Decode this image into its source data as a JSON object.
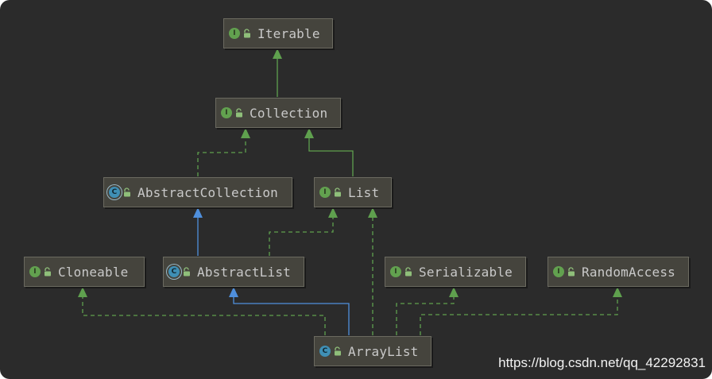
{
  "colors": {
    "background": "#2b2b2b",
    "node_fill": "#45443d",
    "node_border": "#6b6a60",
    "node_text": "#c9c9c9",
    "interface_badge": "#62a14f",
    "class_badge": "#3f8fb5",
    "implements_edge": "#5fa04e",
    "extends_interface_edge": "#5fa04e",
    "extends_class_edge": "#4f8fdc"
  },
  "nodes": [
    {
      "id": "iterable",
      "label": "Iterable",
      "kind": "interface",
      "badge": "I"
    },
    {
      "id": "collection",
      "label": "Collection",
      "kind": "interface",
      "badge": "I"
    },
    {
      "id": "abstractcollection",
      "label": "AbstractCollection",
      "kind": "abstract-class",
      "badge": "C"
    },
    {
      "id": "list",
      "label": "List",
      "kind": "interface",
      "badge": "I"
    },
    {
      "id": "cloneable",
      "label": "Cloneable",
      "kind": "interface",
      "badge": "I"
    },
    {
      "id": "abstractlist",
      "label": "AbstractList",
      "kind": "abstract-class",
      "badge": "C"
    },
    {
      "id": "serializable",
      "label": "Serializable",
      "kind": "interface",
      "badge": "I"
    },
    {
      "id": "randomaccess",
      "label": "RandomAccess",
      "kind": "interface",
      "badge": "I"
    },
    {
      "id": "arraylist",
      "label": "ArrayList",
      "kind": "class",
      "badge": "C"
    }
  ],
  "edges": [
    {
      "from": "collection",
      "to": "iterable",
      "style": "interface-extends"
    },
    {
      "from": "abstractcollection",
      "to": "collection",
      "style": "implements"
    },
    {
      "from": "list",
      "to": "collection",
      "style": "interface-extends"
    },
    {
      "from": "abstractlist",
      "to": "abstractcollection",
      "style": "class-extends"
    },
    {
      "from": "abstractlist",
      "to": "list",
      "style": "implements"
    },
    {
      "from": "arraylist",
      "to": "abstractlist",
      "style": "class-extends"
    },
    {
      "from": "arraylist",
      "to": "list",
      "style": "implements"
    },
    {
      "from": "arraylist",
      "to": "cloneable",
      "style": "implements"
    },
    {
      "from": "arraylist",
      "to": "serializable",
      "style": "implements"
    },
    {
      "from": "arraylist",
      "to": "randomaccess",
      "style": "implements"
    }
  ],
  "watermark": "https://blog.csdn.net/qq_42292831"
}
